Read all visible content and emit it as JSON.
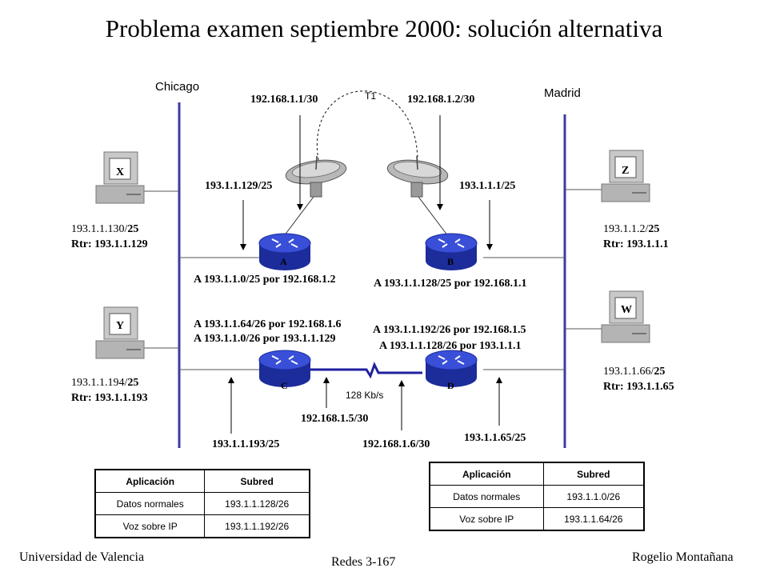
{
  "title": "Problema examen septiembre 2000: solución alternativa",
  "sites": {
    "left": "Chicago",
    "right": "Madrid"
  },
  "link_t1": "T1",
  "link_serial_speed": "128 Kb/s",
  "routers": [
    {
      "id": "A",
      "label": "A"
    },
    {
      "id": "B",
      "label": "B"
    },
    {
      "id": "C",
      "label": "C"
    },
    {
      "id": "D",
      "label": "D"
    }
  ],
  "hosts": {
    "x": {
      "label": "X",
      "ip_prefix": "193.1.1.130/",
      "mask": "25",
      "rtr": "Rtr: 193.1.1.129"
    },
    "y": {
      "label": "Y",
      "ip_prefix": "193.1.1.194/",
      "mask": "25",
      "rtr": "Rtr: 193.1.1.193"
    },
    "z": {
      "label": "Z",
      "ip_prefix": "193.1.1.2/",
      "mask": "25",
      "rtr": "Rtr: 193.1.1.1"
    },
    "w": {
      "label": "W",
      "ip_prefix": "193.1.1.66/",
      "mask": "25",
      "rtr": "Rtr: 193.1.1.65"
    }
  },
  "interfaces": {
    "a_t1": "192.168.1.1/30",
    "b_t1": "192.168.1.2/30",
    "a_lan": "193.1.1.129/25",
    "b_lan": "193.1.1.1/25",
    "c_serial": "192.168.1.5/30",
    "d_serial": "192.168.1.6/30",
    "c_lan": "193.1.1.193/25",
    "d_lan": "193.1.1.65/25"
  },
  "routes": {
    "a": "A 193.1.1.0/25 por 192.168.1.2",
    "b": "A 193.1.1.128/25 por 192.168.1.1",
    "c1": "A 193.1.1.64/26 por 192.168.1.6",
    "c2": "A 193.1.1.0/26 por 193.1.1.129",
    "d1": "A 193.1.1.192/26 por 192.168.1.5",
    "d2": "A 193.1.1.128/26 por 193.1.1.1"
  },
  "table_left": {
    "headers": [
      "Aplicación",
      "Subred"
    ],
    "rows": [
      [
        "Datos normales",
        "193.1.1.128/26"
      ],
      [
        "Voz sobre IP",
        "193.1.1.192/26"
      ]
    ]
  },
  "table_right": {
    "headers": [
      "Aplicación",
      "Subred"
    ],
    "rows": [
      [
        "Datos normales",
        "193.1.1.0/26"
      ],
      [
        "Voz sobre IP",
        "193.1.1.64/26"
      ]
    ]
  },
  "footer": {
    "left": "Universidad de Valencia",
    "center": "Redes 3-167",
    "right": "Rogelio Montañana"
  },
  "colors": {
    "lan_line": "#3c3ca0",
    "router_body": "#3a4fd8",
    "router_dark": "#1c2c9a",
    "serial_line": "#2020a0"
  }
}
